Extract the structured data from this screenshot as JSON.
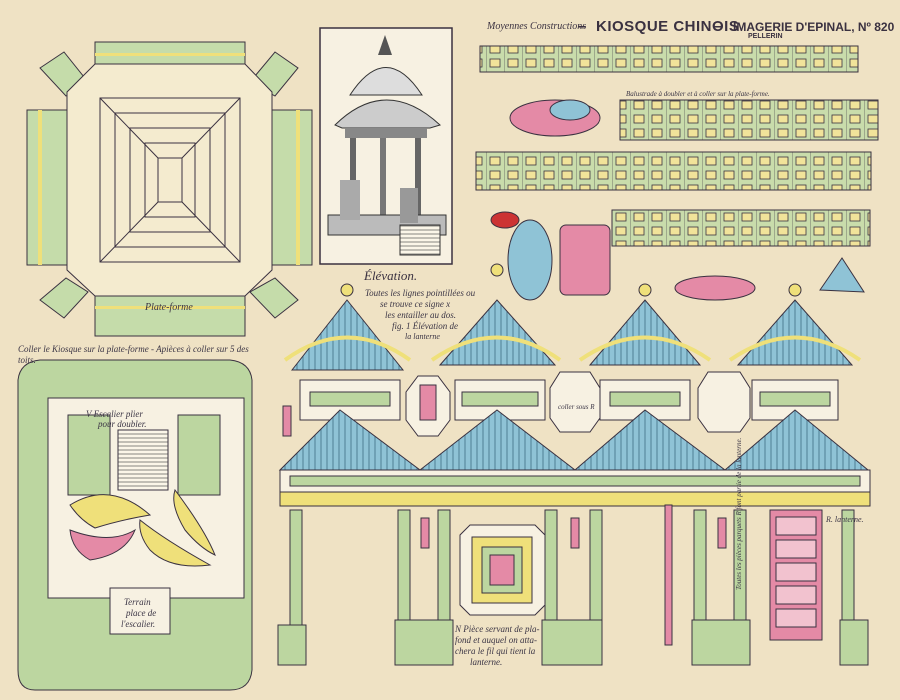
{
  "header": {
    "series": "Moyennes Constructions",
    "dash": "–",
    "title": "KIOSQUE CHINOIS",
    "publisher": "IMAGERIE D'EPINAL, Nº 820",
    "printer": "PELLERIN"
  },
  "labels": {
    "elevation": "Élévation.",
    "plateforme": "Plate-forme",
    "coller_kiosque_line1": "Coller le Kiosque sur la plate-forme - Apièces à coller sur 5 des",
    "coller_kiosque_line2": "toits.",
    "lignes_pointillees": [
      "Toutes les lignes pointillées ou",
      "se trouve ce signe x",
      "les entailler au dos.",
      "fig. 1 Élévation de",
      "la lanterne"
    ],
    "balustrade": "Balustrade à doubler et à coller sur la plate-forme.",
    "escalier": [
      "V Escalier plier",
      "pour doubler."
    ],
    "terrain": [
      "Terrain",
      "place de",
      "l'escalier."
    ],
    "piece_servant": [
      "N Pièce servant de pla-",
      "fond et auquel on atta-",
      "chera le fil qui tient la",
      "lanterne."
    ],
    "lanterne": "R. lanterne.",
    "coller_sous": "coller sous R",
    "pieces_parquets": "Toutes les pièces parquets R font partie de la lanterne."
  },
  "colors": {
    "paper": "#efe2c4",
    "roof_blue": "#8fc3d6",
    "green": "#bcd6a0",
    "yellow": "#efe07a",
    "pink": "#e48aa6",
    "ink": "#3a3140"
  }
}
